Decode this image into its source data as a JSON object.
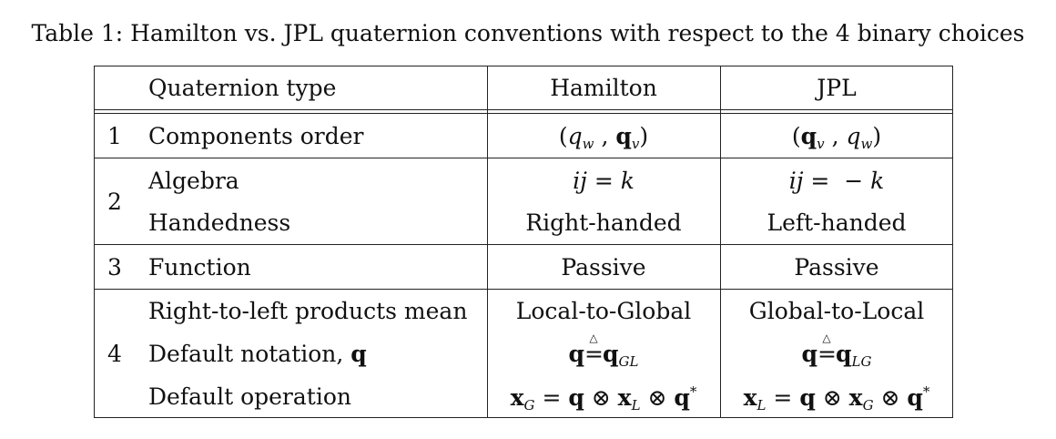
{
  "caption": "Table 1: Hamilton vs. JPL quaternion conventions with respect to the 4 binary choices",
  "header": {
    "type_label": "Quaternion type",
    "hamilton": "Hamilton",
    "jpl": "JPL"
  },
  "rows": {
    "r1": {
      "num": "1",
      "label": "Components order",
      "hamilton": "(q_w , q_v)",
      "jpl": "(q_v , q_w)"
    },
    "r2": {
      "num": "2",
      "label_a": "Algebra",
      "hamilton_a": "ij = k",
      "jpl_a": "ij = −k",
      "label_b": "Handedness",
      "hamilton_b": "Right-handed",
      "jpl_b": "Left-handed"
    },
    "r3": {
      "num": "3",
      "label": "Function",
      "hamilton": "Passive",
      "jpl": "Passive"
    },
    "r4": {
      "num": "4",
      "label_a": "Right-to-left products mean",
      "hamilton_a": "Local-to-Global",
      "jpl_a": "Global-to-Local",
      "label_b": "Default notation, ",
      "label_b_symbol": "q",
      "hamilton_b": "q ≜ q_GL",
      "jpl_b": "q ≜ q_LG",
      "label_c": "Default operation",
      "hamilton_c": "x_G = q ⊗ x_L ⊗ q*",
      "jpl_c": "x_L = q ⊗ x_G ⊗ q*"
    }
  }
}
